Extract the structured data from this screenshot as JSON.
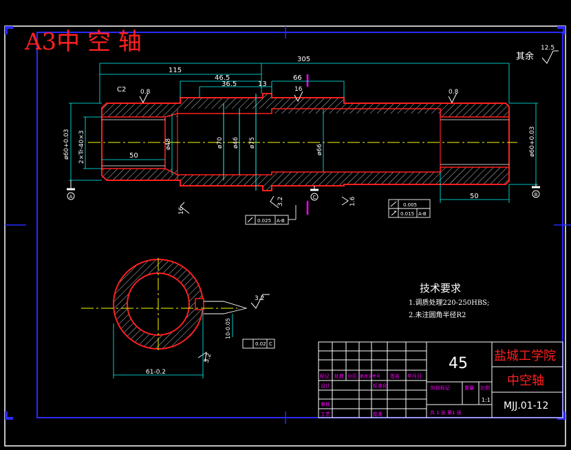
{
  "title_stamp": "A3中 空 轴",
  "dims": {
    "overall": "305",
    "d115": "115",
    "d46_5": "46.5",
    "d36_5": "36.5",
    "d13": "13",
    "d66": "66",
    "d50_left": "50",
    "d50_right": "50",
    "keyway_width": "61-0.2",
    "keyway_depth": "10-0.05"
  },
  "diameters": {
    "left_end": "ø60+0.03",
    "thread": "2×Tr-40×3",
    "bore": "ø48",
    "d70": "ø70",
    "d46": "ø46",
    "d75": "ø75",
    "d66": "ø66",
    "right_end": "ø60+0.03"
  },
  "roughness": {
    "other": "其余",
    "other_value": "12.5",
    "r1": "0.8",
    "r2": "16",
    "r3": "0.8",
    "r4": "16",
    "r5": "3.2",
    "r6": "1.6",
    "r7": "3.2",
    "r8": "3.2"
  },
  "chamfer": "C2",
  "datums": {
    "A": "A",
    "B": "B",
    "C": "C"
  },
  "tolerances": {
    "runout_left": "0.025",
    "runout_left_ref": "A-B",
    "cyl_right": "0.005",
    "runout_right": "0.015",
    "runout_right_ref": "A-B",
    "sym": "0.02",
    "sym_ref": "C"
  },
  "requirements": {
    "heading": "技术要求",
    "items": [
      "1.调质处理220-250HBS;",
      "2.未注圆角半径R2"
    ]
  },
  "title_block": {
    "material": "45",
    "school": "盐城工学院",
    "part_name": "中空轴",
    "drawing_no": "MJJ.01-12",
    "scale": "1:1",
    "stage_mark": "阶段标记",
    "weight": "重量",
    "scale_label": "比例",
    "mark_label": "标记",
    "count_label": "处数",
    "zone_label": "分区",
    "change_label": "更改文件号",
    "sign_label": "签名",
    "date_label": "年月日",
    "design_label": "设计",
    "standard_label": "标准化",
    "review_label": "审核",
    "process_label": "工艺",
    "approve_label": "批准",
    "sheets": "共 1 张 第1 张"
  },
  "colors": {
    "background": "#000000",
    "frame": "#ffffff",
    "border_blue": "#1414ff",
    "outline_red": "#ff2020",
    "dimension_cyan": "#00ffff",
    "centerline_yellow": "#ffff00",
    "hatch": "#d0d0d0",
    "magenta": "#ff00ff"
  }
}
